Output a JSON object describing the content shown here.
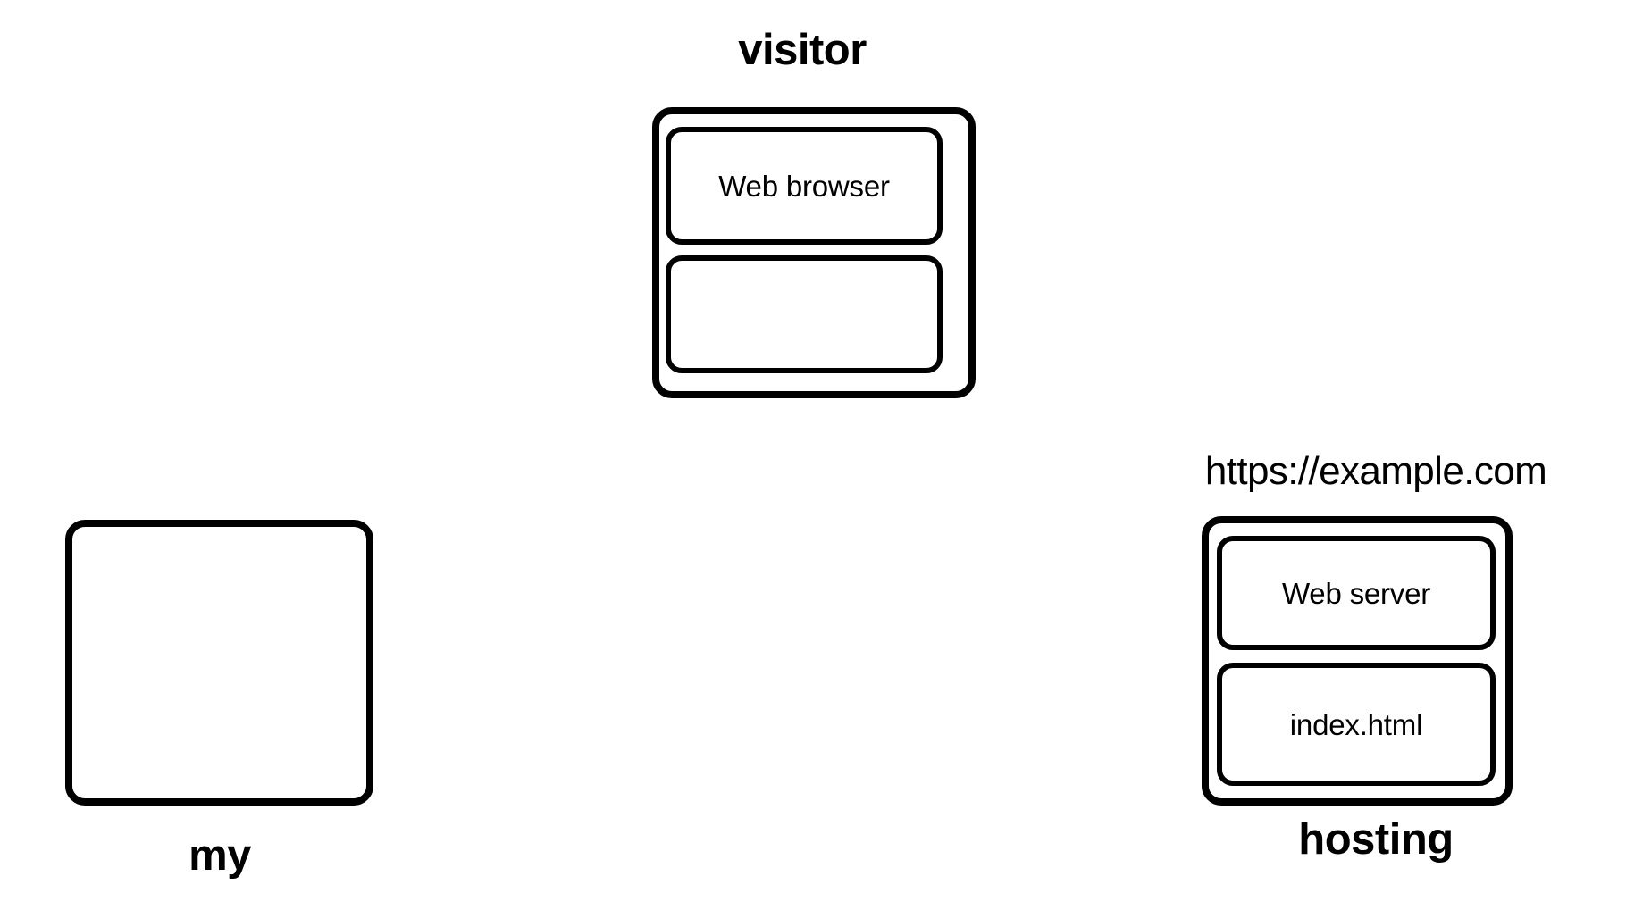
{
  "diagram": {
    "background_color": "#ffffff",
    "stroke_color": "#000000",
    "groups": [
      {
        "id": "visitor",
        "title": "visitor",
        "title_position": "above",
        "nodes": [
          {
            "label": "Web browser"
          },
          {
            "label": ""
          }
        ]
      },
      {
        "id": "my",
        "title": "my",
        "title_position": "below",
        "nodes": []
      },
      {
        "id": "hosting",
        "title": "hosting",
        "title_position": "below",
        "annotation": "https://example.com",
        "nodes": [
          {
            "label": "Web server"
          },
          {
            "label": "index.html"
          }
        ]
      }
    ]
  }
}
